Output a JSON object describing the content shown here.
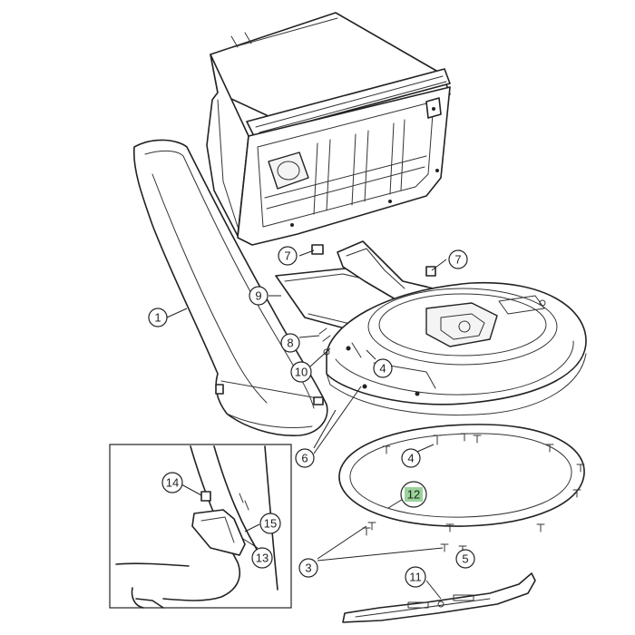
{
  "figure": {
    "highlight_color": "#e0141e",
    "highlight_fill": "#9ad39a",
    "line_color": "#222222"
  },
  "callouts": {
    "c1": "1",
    "c3": "3",
    "c4a": "4",
    "c4b": "4",
    "c5": "5",
    "c6": "6",
    "c7a": "7",
    "c7b": "7",
    "c8": "8",
    "c9": "9",
    "c10": "10",
    "c11": "11",
    "c12": "12",
    "c13": "13",
    "c14": "14",
    "c15": "15"
  }
}
